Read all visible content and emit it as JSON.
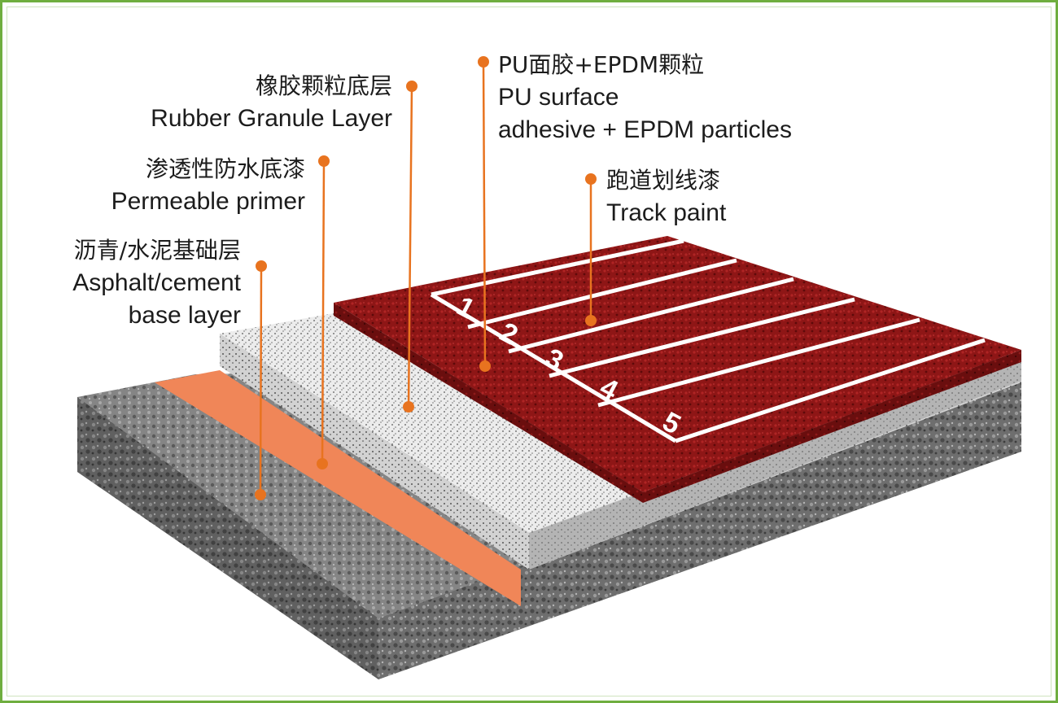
{
  "colors": {
    "frame": "#6fae3f",
    "leader": "#e8731f",
    "asphalt": "#7a7a7a",
    "primer": "#f08658",
    "granule": "#e8e8e8",
    "surface": "#8b1414",
    "lane_line": "#ffffff"
  },
  "labels": {
    "rubber_granule": {
      "zh": "橡胶颗粒底层",
      "en": [
        "Rubber Granule Layer"
      ]
    },
    "primer": {
      "zh": "渗透性防水底漆",
      "en": [
        "Permeable primer"
      ]
    },
    "base": {
      "zh": "沥青/水泥基础层",
      "en": [
        "Asphalt/cement",
        "base layer"
      ]
    },
    "pu_surface": {
      "zh": "PU面胶+EPDM颗粒",
      "en": [
        "PU surface",
        "adhesive + EPDM particles"
      ]
    },
    "track_paint": {
      "zh": "跑道划线漆",
      "en": [
        "Track paint"
      ]
    }
  },
  "lane_numbers": [
    "1",
    "2",
    "3",
    "4",
    "5"
  ]
}
